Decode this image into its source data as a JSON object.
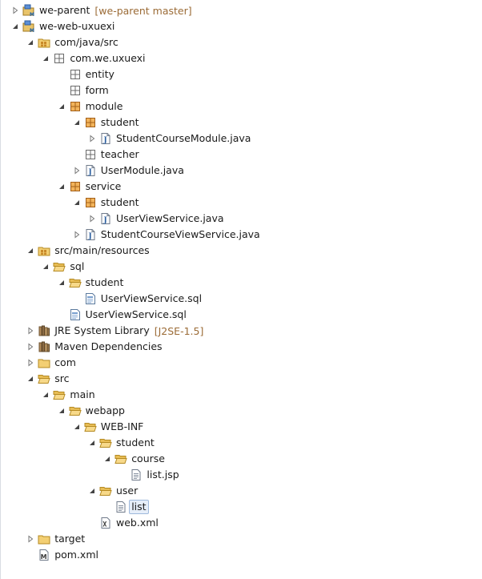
{
  "colors": {
    "decoration": "#9b6b36",
    "selection_bg": "#e6eef9",
    "selection_border": "#9fb9dc"
  },
  "rows": [
    {
      "label": "we-parent",
      "deco": "[we-parent master]",
      "depth": 0,
      "arrow": "collapsed",
      "icon": "project-icon",
      "name": "project-we-parent"
    },
    {
      "label": "we-web-uxuexi",
      "depth": 0,
      "arrow": "expanded",
      "icon": "project-icon",
      "name": "project-we-web-uxuexi"
    },
    {
      "label": "com/java/src",
      "depth": 1,
      "arrow": "expanded",
      "icon": "source-folder-icon",
      "name": "source-folder-com-java-src"
    },
    {
      "label": "com.we.uxuexi",
      "depth": 2,
      "arrow": "expanded",
      "icon": "package-icon",
      "name": "package-com-we-uxuexi"
    },
    {
      "label": "entity",
      "depth": 3,
      "arrow": "none",
      "icon": "package-icon",
      "name": "package-entity"
    },
    {
      "label": "form",
      "depth": 3,
      "arrow": "none",
      "icon": "package-icon",
      "name": "package-form"
    },
    {
      "label": "module",
      "depth": 3,
      "arrow": "expanded",
      "icon": "package-filled-icon",
      "name": "package-module"
    },
    {
      "label": "student",
      "depth": 4,
      "arrow": "expanded",
      "icon": "package-filled-icon",
      "name": "package-module-student"
    },
    {
      "label": "StudentCourseModule.java",
      "depth": 5,
      "arrow": "collapsed",
      "icon": "java-file-icon",
      "name": "file-studentcoursemodule-java"
    },
    {
      "label": "teacher",
      "depth": 4,
      "arrow": "none",
      "icon": "package-icon",
      "name": "package-teacher"
    },
    {
      "label": "UserModule.java",
      "depth": 4,
      "arrow": "collapsed",
      "icon": "java-file-icon",
      "name": "file-usermodule-java"
    },
    {
      "label": "service",
      "depth": 3,
      "arrow": "expanded",
      "icon": "package-filled-icon",
      "name": "package-service"
    },
    {
      "label": "student",
      "depth": 4,
      "arrow": "expanded",
      "icon": "package-filled-icon",
      "name": "package-service-student"
    },
    {
      "label": "UserViewService.java",
      "depth": 5,
      "arrow": "collapsed",
      "icon": "java-file-icon",
      "name": "file-userviewservice-java"
    },
    {
      "label": "StudentCourseViewService.java",
      "depth": 4,
      "arrow": "collapsed",
      "icon": "java-file-icon",
      "name": "file-studentcourseviewservice-java"
    },
    {
      "label": "src/main/resources",
      "depth": 1,
      "arrow": "expanded",
      "icon": "source-folder-icon",
      "name": "source-folder-resources"
    },
    {
      "label": "sql",
      "depth": 2,
      "arrow": "expanded",
      "icon": "folder-open-icon",
      "name": "folder-sql"
    },
    {
      "label": "student",
      "depth": 3,
      "arrow": "expanded",
      "icon": "folder-open-icon",
      "name": "folder-sql-student"
    },
    {
      "label": "UserViewService.sql",
      "depth": 4,
      "arrow": "none",
      "icon": "sql-file-icon",
      "name": "file-userviewservice-sql-student"
    },
    {
      "label": "UserViewService.sql",
      "depth": 3,
      "arrow": "none",
      "icon": "sql-file-icon",
      "name": "file-userviewservice-sql"
    },
    {
      "label": "JRE System Library",
      "deco": "[J2SE-1.5]",
      "depth": 1,
      "arrow": "collapsed",
      "icon": "library-icon",
      "name": "jre-system-library"
    },
    {
      "label": "Maven Dependencies",
      "depth": 1,
      "arrow": "collapsed",
      "icon": "library-icon",
      "name": "maven-dependencies"
    },
    {
      "label": "com",
      "depth": 1,
      "arrow": "collapsed",
      "icon": "folder-icon",
      "name": "folder-com"
    },
    {
      "label": "src",
      "depth": 1,
      "arrow": "expanded",
      "icon": "folder-open-icon",
      "name": "folder-src"
    },
    {
      "label": "main",
      "depth": 2,
      "arrow": "expanded",
      "icon": "folder-open-icon",
      "name": "folder-main"
    },
    {
      "label": "webapp",
      "depth": 3,
      "arrow": "expanded",
      "icon": "folder-open-icon",
      "name": "folder-webapp"
    },
    {
      "label": "WEB-INF",
      "depth": 4,
      "arrow": "expanded",
      "icon": "folder-open-icon",
      "name": "folder-web-inf"
    },
    {
      "label": "student",
      "depth": 5,
      "arrow": "expanded",
      "icon": "folder-open-icon",
      "name": "folder-web-inf-student"
    },
    {
      "label": "course",
      "depth": 6,
      "arrow": "expanded",
      "icon": "folder-open-icon",
      "name": "folder-course"
    },
    {
      "label": "list.jsp",
      "depth": 7,
      "arrow": "none",
      "icon": "text-file-icon",
      "name": "file-list-jsp"
    },
    {
      "label": "user",
      "depth": 5,
      "arrow": "expanded",
      "icon": "folder-open-icon",
      "name": "folder-user"
    },
    {
      "label": "list",
      "depth": 6,
      "arrow": "none",
      "icon": "text-file-icon",
      "name": "file-list",
      "selected": true
    },
    {
      "label": "web.xml",
      "depth": 5,
      "arrow": "none",
      "icon": "xml-file-icon",
      "name": "file-web-xml"
    },
    {
      "label": "target",
      "depth": 1,
      "arrow": "collapsed",
      "icon": "folder-icon",
      "name": "folder-target"
    },
    {
      "label": "pom.xml",
      "depth": 1,
      "arrow": "none",
      "icon": "maven-file-icon",
      "name": "file-pom-xml"
    }
  ]
}
